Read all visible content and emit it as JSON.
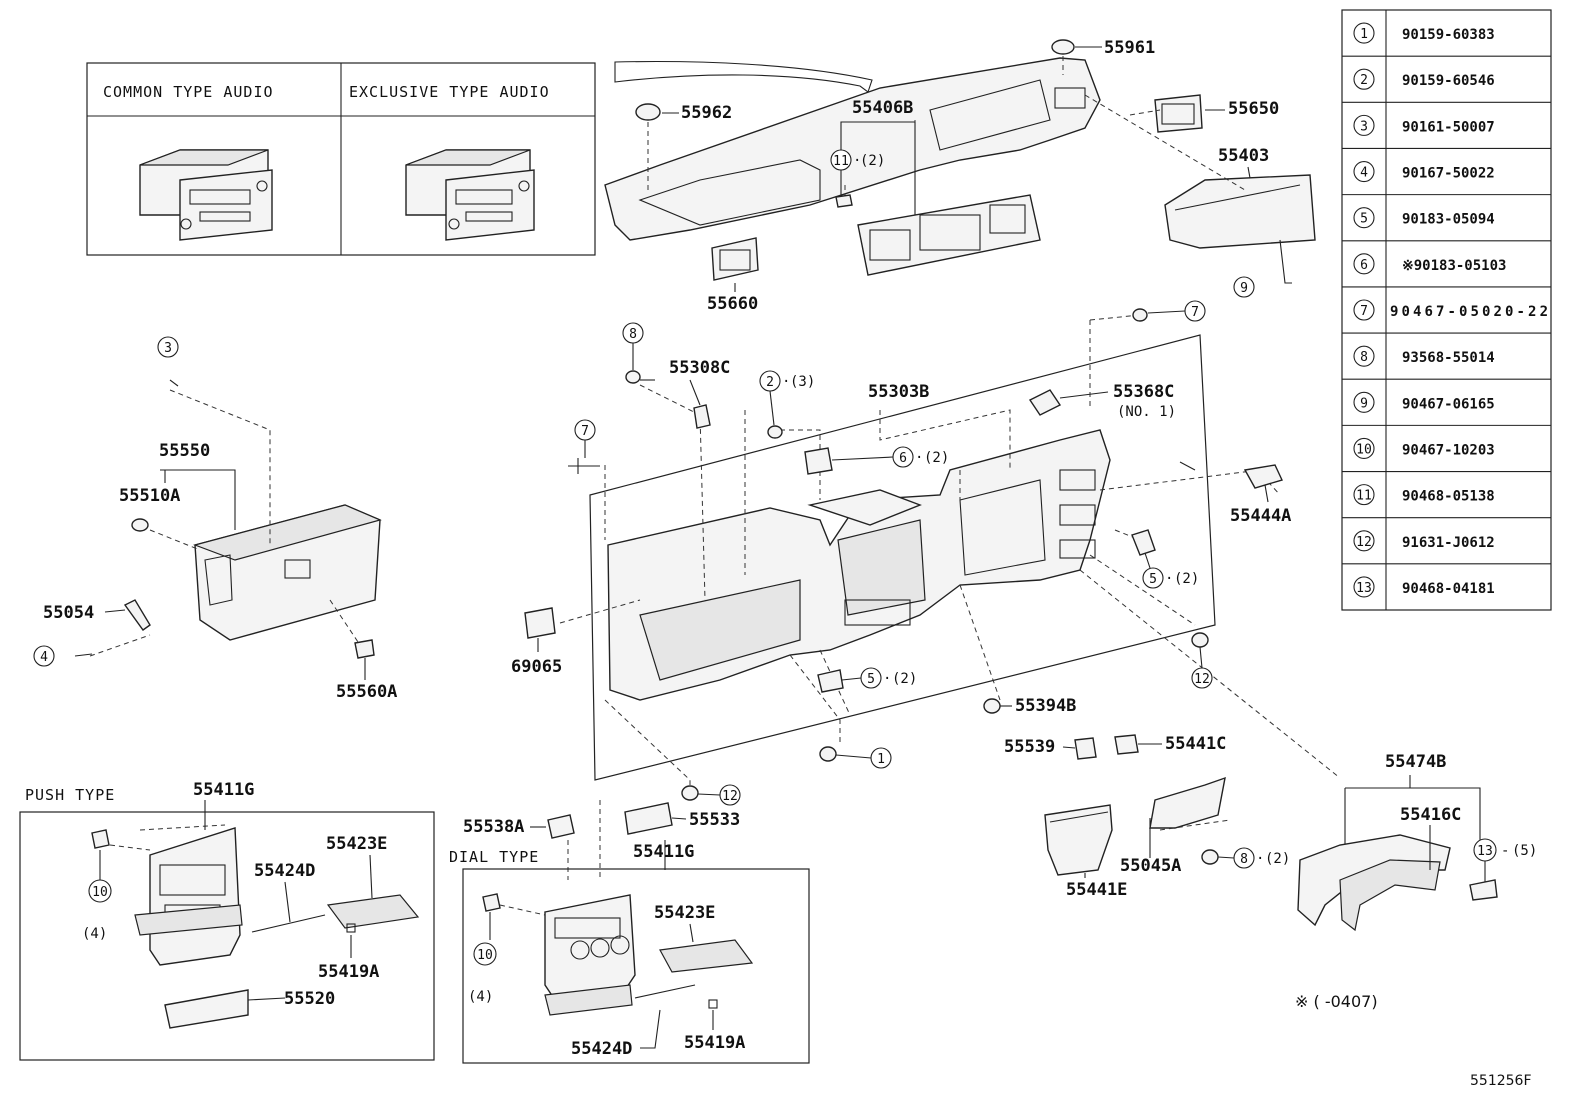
{
  "audio_table": {
    "col1_header": "COMMON TYPE AUDIO",
    "col2_header": "EXCLUSIVE TYPE AUDIO"
  },
  "section_labels": {
    "push_type": "PUSH TYPE",
    "dial_type": "DIAL TYPE"
  },
  "part_numbers": {
    "p55961": "55961",
    "p55962": "55962",
    "p55406B": "55406B",
    "p55650": "55650",
    "p55403": "55403",
    "p55660": "55660",
    "p55308C": "55308C",
    "p55303B": "55303B",
    "p55368C": "55368C",
    "p55368C_note": "(NO. 1)",
    "p55550": "55550",
    "p55510A": "55510A",
    "p55054": "55054",
    "p55560A": "55560A",
    "p69065": "69065",
    "p55444A": "55444A",
    "p55394B": "55394B",
    "p55539": "55539",
    "p55441C": "55441C",
    "p55474B": "55474B",
    "p55416C": "55416C",
    "p55045A": "55045A",
    "p55441E": "55441E",
    "p55533": "55533",
    "p55538A": "55538A",
    "push_55411G": "55411G",
    "push_55423E": "55423E",
    "push_55424D": "55424D",
    "push_55419A": "55419A",
    "push_55520": "55520",
    "dial_55411G": "55411G",
    "dial_55423E": "55423E",
    "dial_55424D": "55424D",
    "dial_55419A": "55419A"
  },
  "callouts": {
    "c11": {
      "num": "11",
      "qty": "(2)"
    },
    "c9": {
      "num": "9"
    },
    "c7a": {
      "num": "7"
    },
    "c8a": {
      "num": "8"
    },
    "c2": {
      "num": "2",
      "qty": "(3)"
    },
    "c3": {
      "num": "3"
    },
    "c7b": {
      "num": "7"
    },
    "c6": {
      "num": "6",
      "qty": "(2)"
    },
    "c5a": {
      "num": "5",
      "qty": "(2)"
    },
    "c4": {
      "num": "4"
    },
    "c5b": {
      "num": "5",
      "qty": "(2)"
    },
    "c12a": {
      "num": "12"
    },
    "c1": {
      "num": "1"
    },
    "c12b": {
      "num": "12"
    },
    "c8b": {
      "num": "8",
      "qty": "(2)"
    },
    "c13": {
      "num": "13",
      "qty": "(5)"
    },
    "c10a": {
      "num": "10",
      "qty": "(4)"
    },
    "c10b": {
      "num": "10",
      "qty": "(4)"
    }
  },
  "legend": [
    {
      "num": "1",
      "code": "90159-60383"
    },
    {
      "num": "2",
      "code": "90159-60546"
    },
    {
      "num": "3",
      "code": "90161-50007"
    },
    {
      "num": "4",
      "code": "90167-50022"
    },
    {
      "num": "5",
      "code": "90183-05094"
    },
    {
      "num": "6",
      "code": "※90183-05103"
    },
    {
      "num": "7",
      "code": "90467-05020-22"
    },
    {
      "num": "8",
      "code": "93568-55014"
    },
    {
      "num": "9",
      "code": "90467-06165"
    },
    {
      "num": "10",
      "code": "90467-10203"
    },
    {
      "num": "11",
      "code": "90468-05138"
    },
    {
      "num": "12",
      "code": "91631-J0612"
    },
    {
      "num": "13",
      "code": "90468-04181"
    }
  ],
  "footnote": "※ (      -0407)",
  "figure_id": "551256F"
}
